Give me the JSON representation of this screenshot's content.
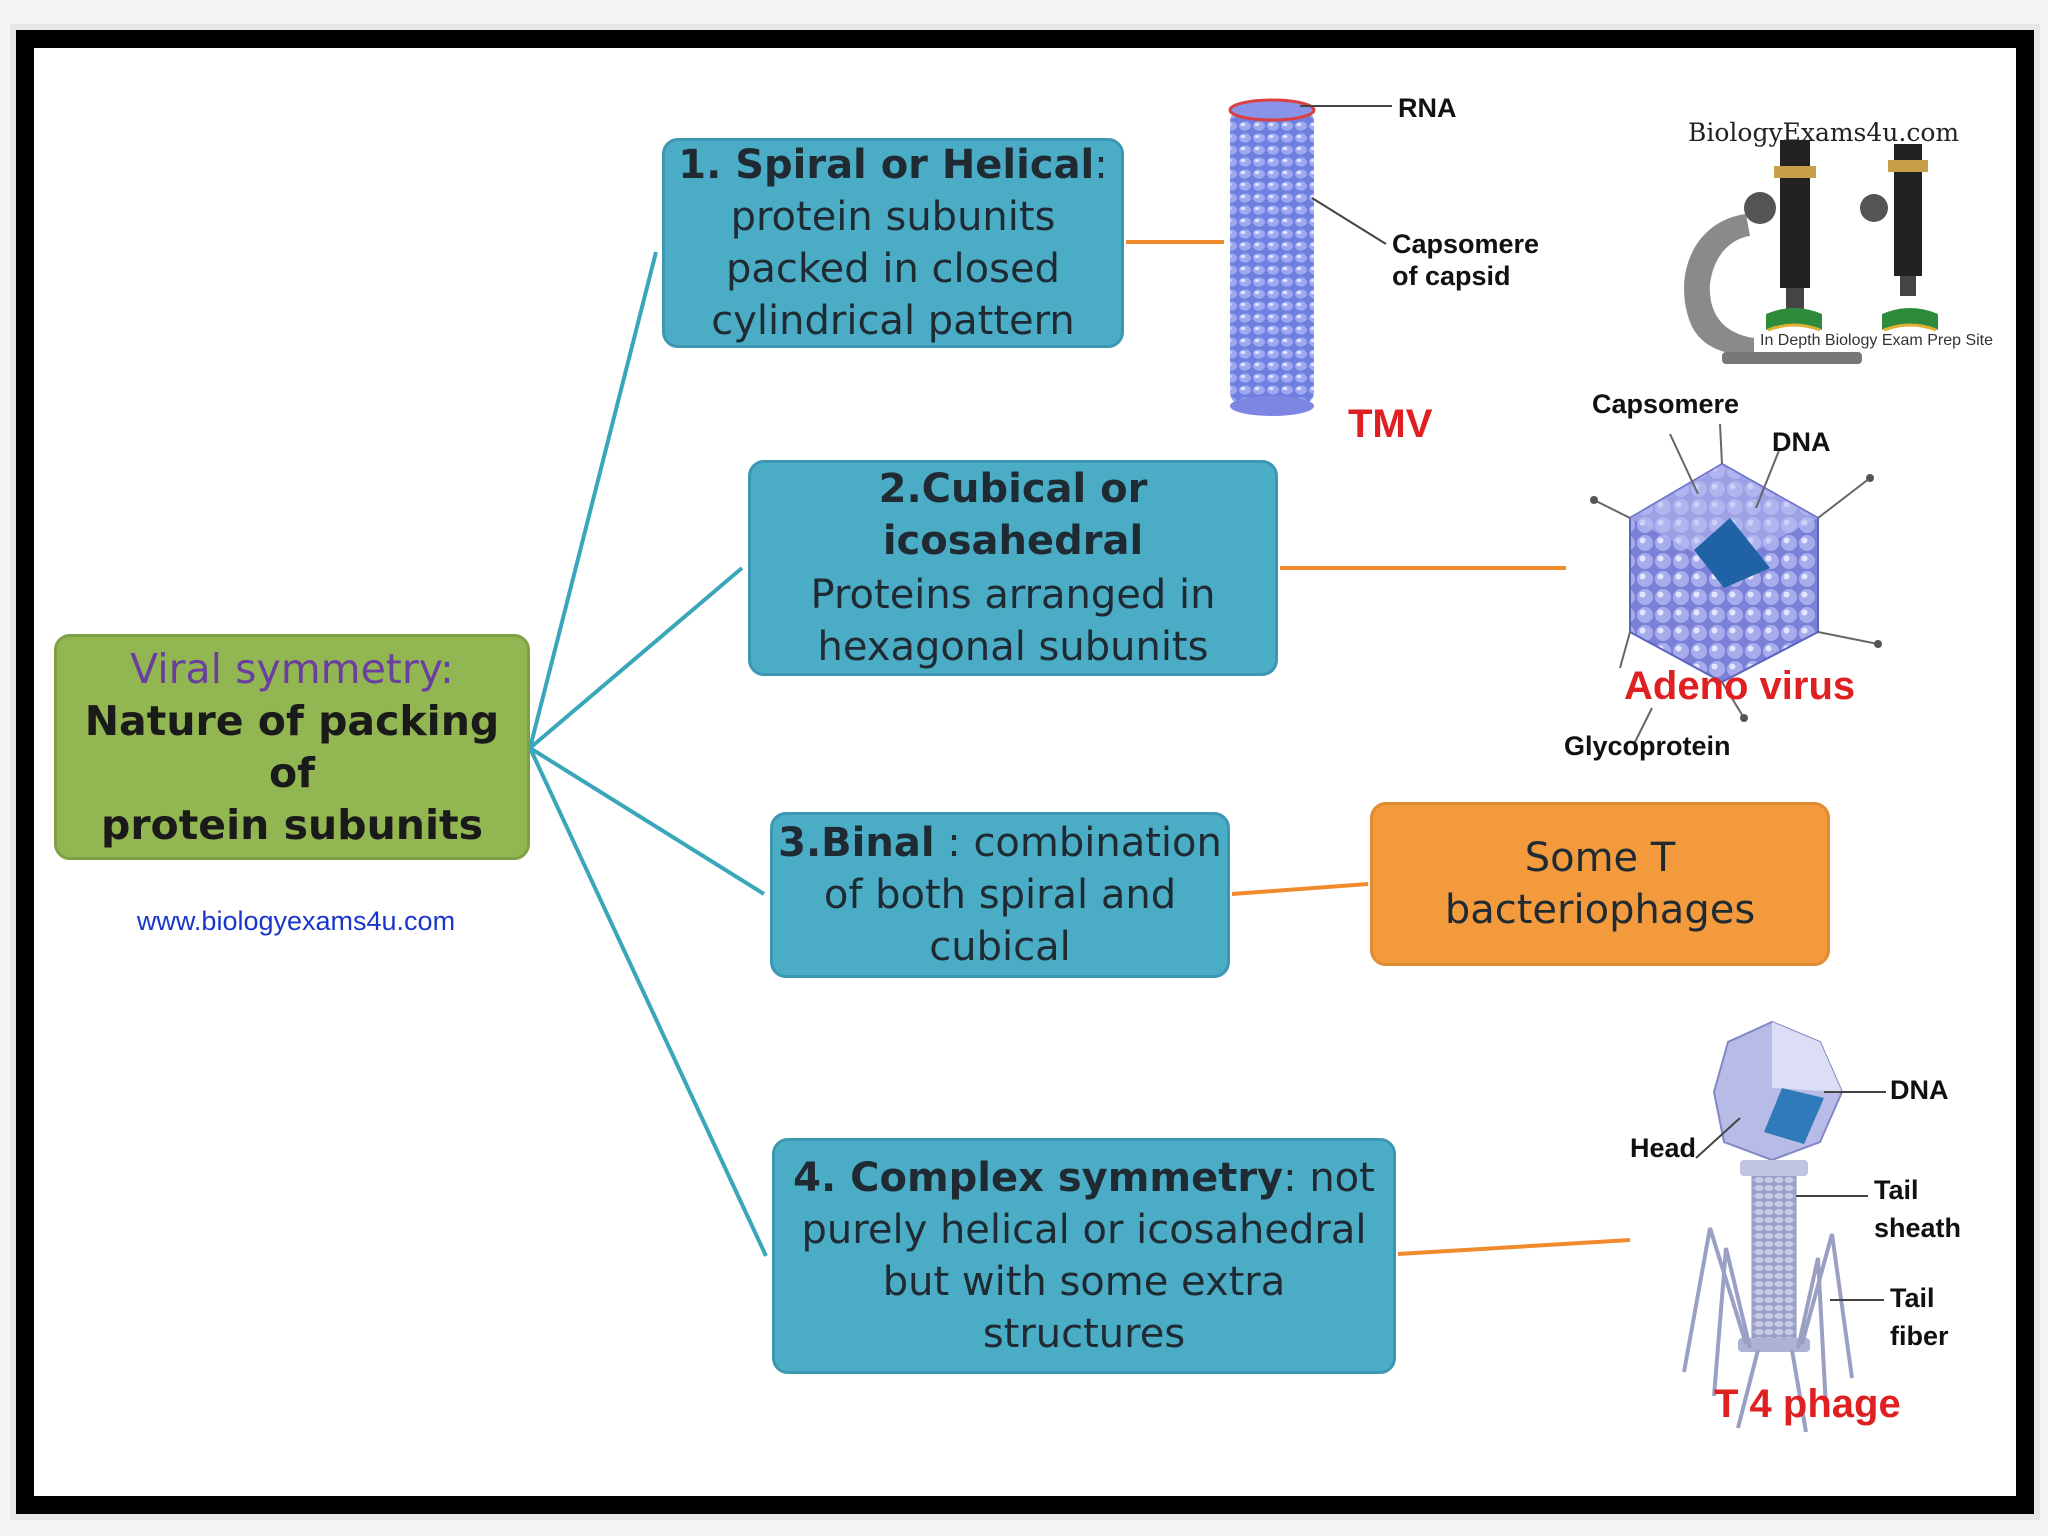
{
  "root": {
    "title": "Viral symmetry:",
    "line2": "Nature of packing of",
    "line3": "protein subunits"
  },
  "url": "www.biologyexams4u.com",
  "branches": [
    {
      "heading": "1. Spiral or Helical",
      "heading_suffix": ":",
      "lines": [
        "protein subunits",
        "packed in closed",
        "cylindrical pattern"
      ]
    },
    {
      "heading": "2.Cubical or icosahedral",
      "lines": [
        "Proteins arranged in",
        "hexagonal subunits"
      ]
    },
    {
      "heading": "3.Binal",
      "heading_suffix": " : combination",
      "lines": [
        "of both spiral and",
        "cubical"
      ]
    },
    {
      "heading": "4. Complex symmetry",
      "heading_suffix": ": not",
      "lines": [
        "purely helical or icosahedral",
        "but with some extra",
        "structures"
      ]
    }
  ],
  "binal_example": {
    "line1": "Some T",
    "line2": "bacteriophages"
  },
  "tmv": {
    "title": "TMV",
    "label_rna": "RNA",
    "label_capsomere_1": "Capsomere",
    "label_capsomere_2": "of capsid"
  },
  "adeno": {
    "title": "Adeno virus",
    "label_capsomere": "Capsomere",
    "label_dna": "DNA",
    "label_glycoprotein": "Glycoprotein"
  },
  "phage": {
    "title": "T 4 phage",
    "label_head": "Head",
    "label_dna": "DNA",
    "label_tail_sheath_1": "Tail",
    "label_tail_sheath_2": "sheath",
    "label_tail_fiber_1": "Tail",
    "label_tail_fiber_2": "fiber"
  },
  "logo": {
    "name": "BiologyExams4u.com",
    "tagline": "In Depth Biology Exam Prep Site"
  },
  "colors": {
    "box_blue": "#4bacc6",
    "box_green": "#92b752",
    "box_orange": "#f39a3d",
    "connector_teal": "#3aa6b9",
    "connector_orange": "#f08a2c",
    "virus_label_red": "#e02020"
  }
}
